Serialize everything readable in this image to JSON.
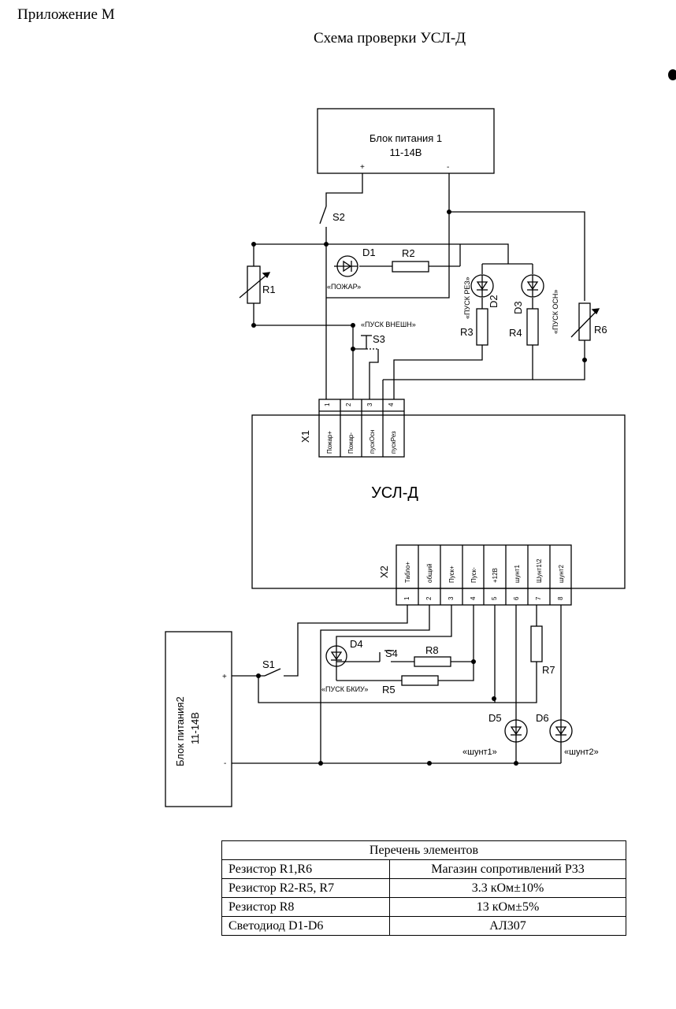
{
  "header": {
    "appendix": "Приложение М",
    "title": "Схема проверки УСЛ-Д"
  },
  "schematic": {
    "psu1": {
      "name": "Блок питания 1",
      "voltage": "11-14В",
      "plus": "+",
      "minus": "-"
    },
    "psu2": {
      "name": "Блок питания2",
      "voltage": "11-14В",
      "plus": "+",
      "minus": "-"
    },
    "device": "УСЛ-Д",
    "x1": {
      "name": "X1",
      "pins": [
        {
          "num": "1",
          "label": "Пожар+"
        },
        {
          "num": "2",
          "label": "Пожар-"
        },
        {
          "num": "3",
          "label": "пускОсн"
        },
        {
          "num": "4",
          "label": "пускРез"
        }
      ]
    },
    "x2": {
      "name": "X2",
      "pins": [
        {
          "num": "1",
          "label": "Табло+"
        },
        {
          "num": "2",
          "label": "общий"
        },
        {
          "num": "3",
          "label": "Пуск+"
        },
        {
          "num": "4",
          "label": "Пуск-"
        },
        {
          "num": "5",
          "label": "+12В"
        },
        {
          "num": "6",
          "label": "шунт1"
        },
        {
          "num": "7",
          "label": "Шунт1\\2"
        },
        {
          "num": "8",
          "label": "шунт2"
        }
      ]
    },
    "components": {
      "S1": "S1",
      "S2": "S2",
      "S3": "S3",
      "S4": "S4",
      "R1": "R1",
      "R2": "R2",
      "R3": "R3",
      "R4": "R4",
      "R5": "R5",
      "R6": "R6",
      "R7": "R7",
      "R8": "R8",
      "D1": "D1",
      "D2": "D2",
      "D3": "D3",
      "D4": "D4",
      "D5": "D5",
      "D6": "D6"
    },
    "labels": {
      "fire": "«ПОЖАР»",
      "ext_start": "«ПУСК ВНЕШН»",
      "start_res": "«ПУСК РЕЗ»",
      "start_main": "«ПУСК ОСН»",
      "start_bkiu": "«ПУСК БКИУ»",
      "shunt1": "«шунт1»",
      "shunt2": "«шунт2»"
    }
  },
  "parts_list": {
    "title": "Перечень элементов",
    "rows": [
      {
        "item": "Резистор R1,R6",
        "value": "Магазин сопротивлений Р33"
      },
      {
        "item": "Резистор R2-R5, R7",
        "value": "3.3 кОм±10%"
      },
      {
        "item": "Резистор R8",
        "value": "13 кОм±5%"
      },
      {
        "item": "Светодиод D1-D6",
        "value": "АЛ307"
      }
    ]
  }
}
